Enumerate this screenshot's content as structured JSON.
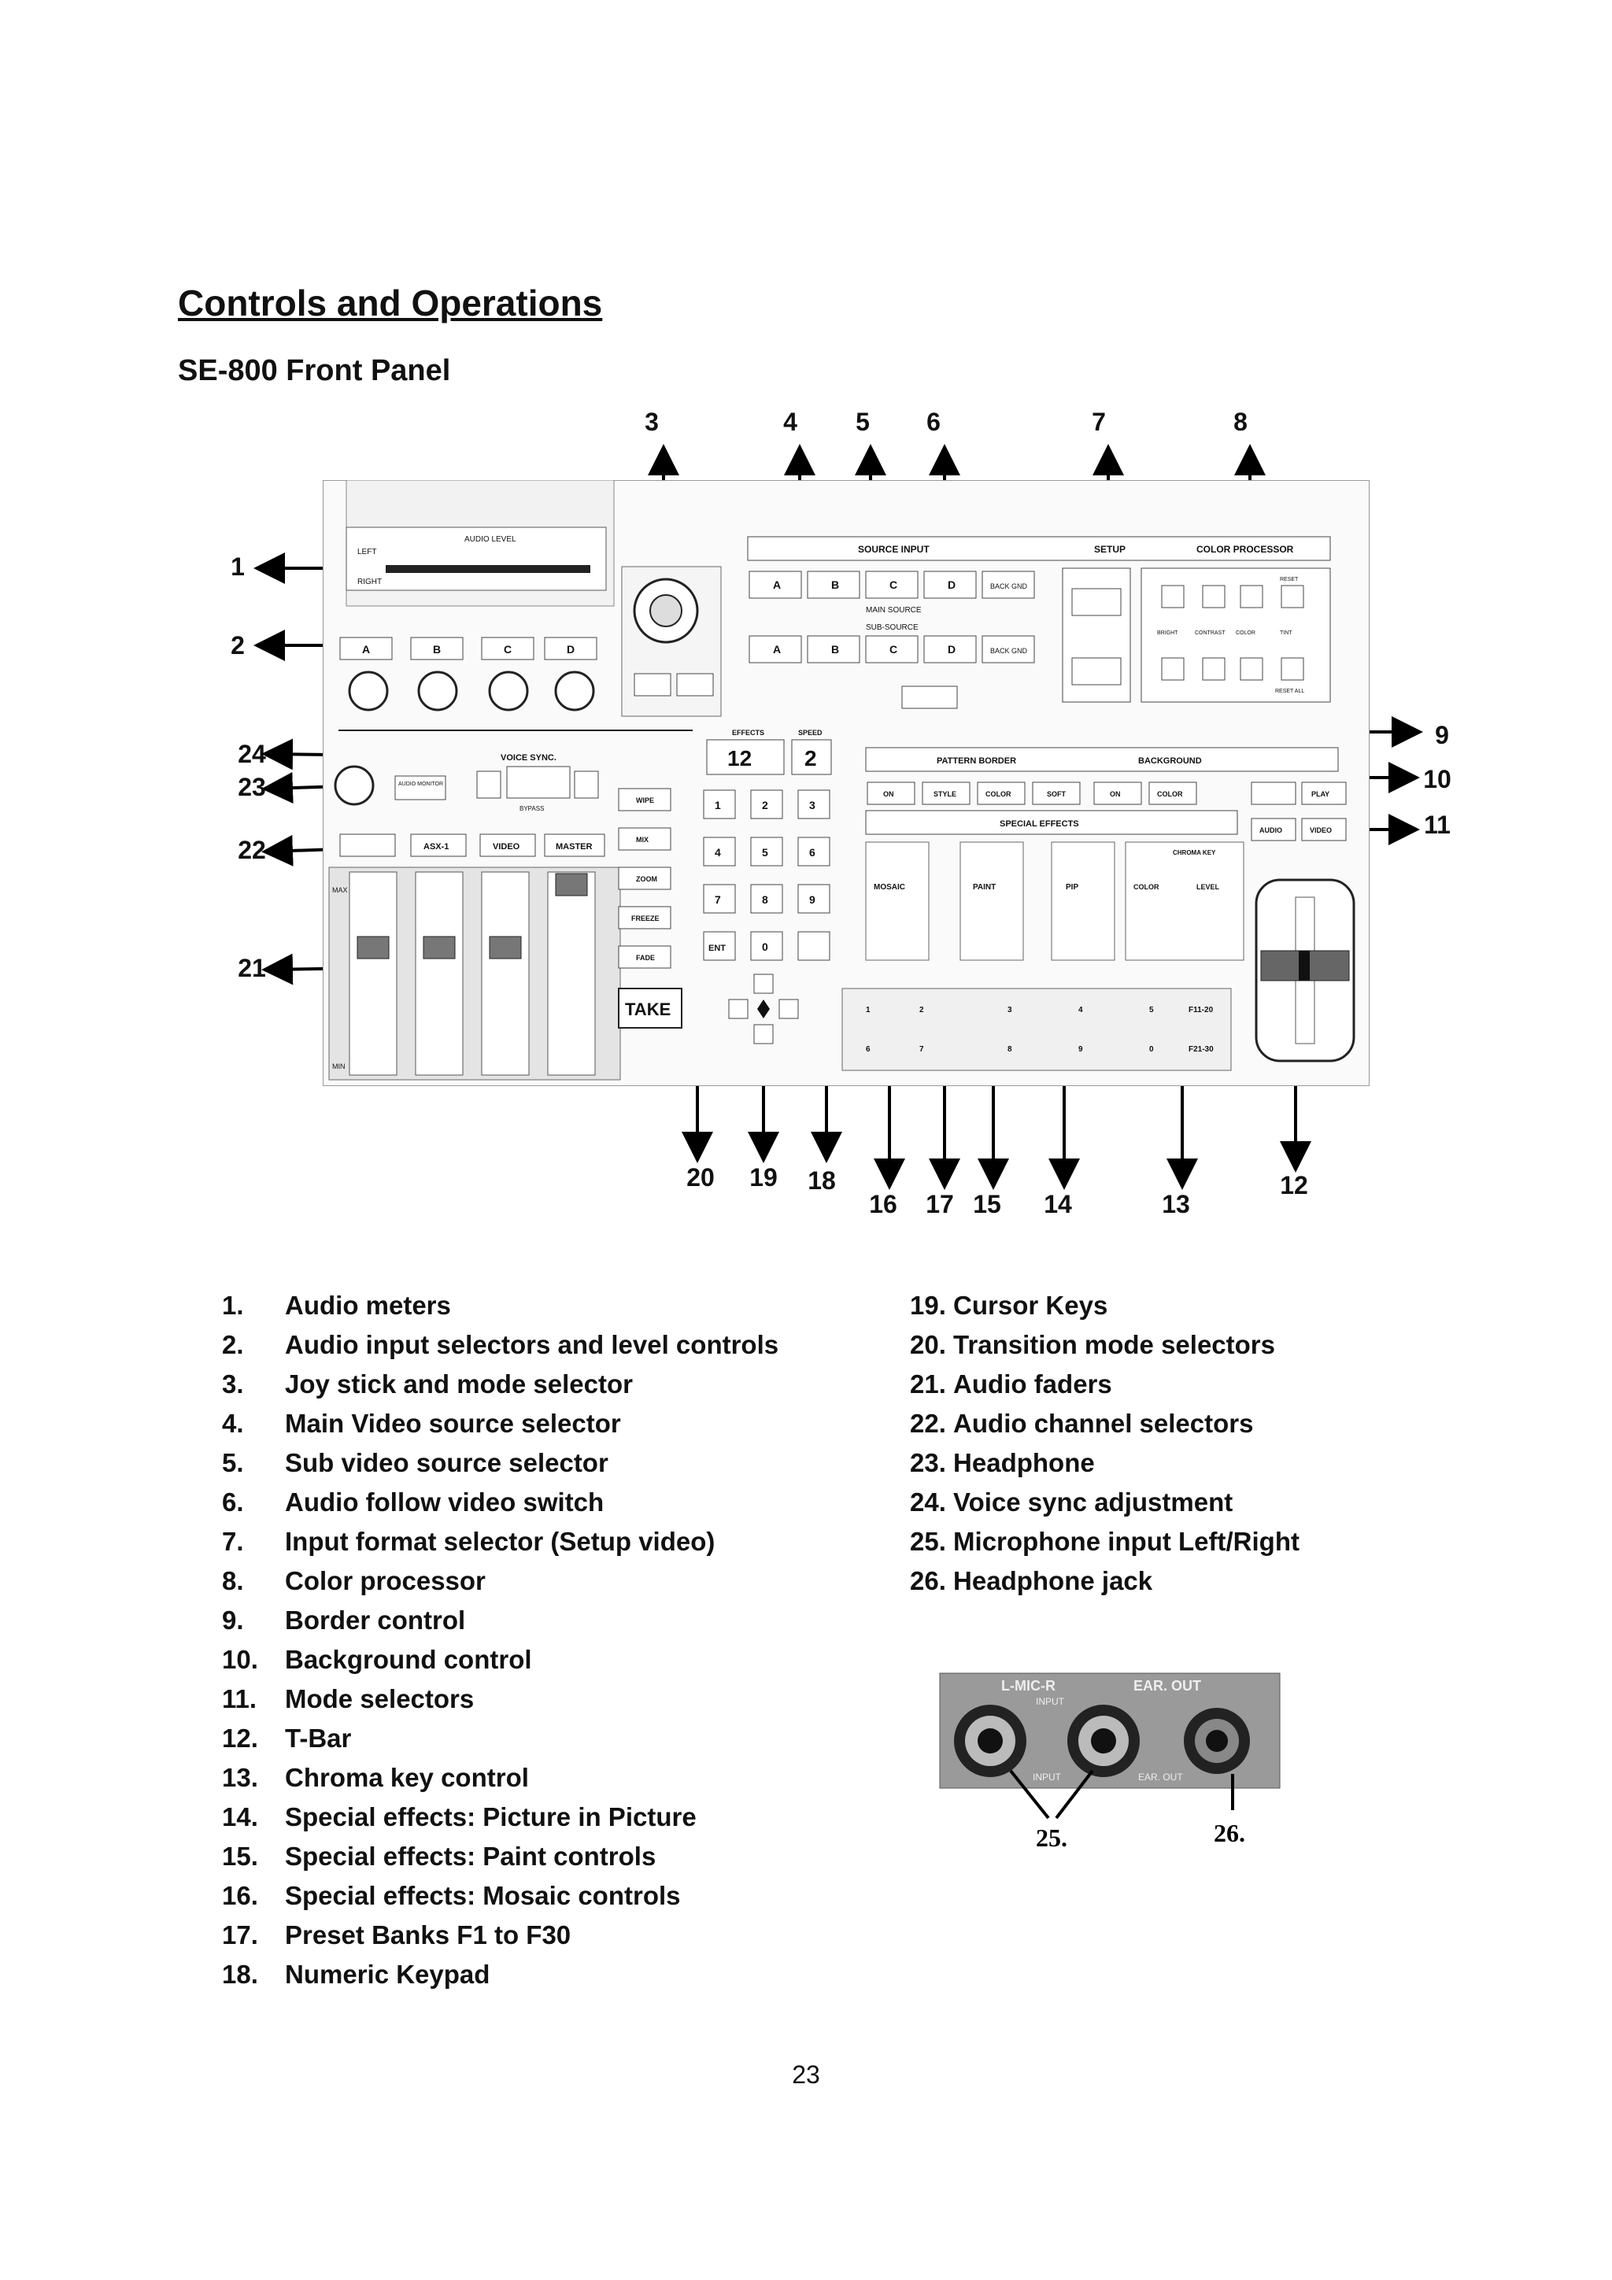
{
  "page_title": "Controls and Operations",
  "section_title": "SE-800 Front Panel",
  "callouts": [
    "1",
    "2",
    "3",
    "4",
    "5",
    "6",
    "7",
    "8",
    "9",
    "10",
    "11",
    "12",
    "13",
    "14",
    "15",
    "16",
    "17",
    "15",
    "14",
    "13",
    "12",
    "18",
    "19",
    "20",
    "21",
    "22",
    "23",
    "24"
  ],
  "panel_labels": {
    "audio_level": "AUDIO LEVEL",
    "left": "LEFT",
    "right": "RIGHT",
    "source_input": "SOURCE INPUT",
    "setup": "SETUP",
    "color_processor": "COLOR PROCESSOR",
    "main_source": "MAIN SOURCE",
    "sub_source": "SUB-SOURCE",
    "back_gnd": "BACK GND",
    "a": "A",
    "b": "B",
    "c": "C",
    "d": "D",
    "level": "LEVEL",
    "effects": "EFFECTS",
    "speed": "SPEED",
    "effects_value": "12",
    "speed_value": "2",
    "pattern_border": "PATTERN BORDER",
    "background": "BACKGROUND",
    "on": "ON",
    "style": "STYLE",
    "color": "COLOR",
    "soft": "SOFT",
    "play": "PLAY",
    "special_effects": "SPECIAL EFFECTS",
    "mosaic": "MOSAIC",
    "paint": "PAINT",
    "pip": "PIP",
    "chroma_key": "CHROMA KEY",
    "wipe": "WIPE",
    "mix": "MIX",
    "zoom": "ZOOM",
    "freeze": "FREEZE",
    "fade": "FADE",
    "take": "TAKE",
    "ent": "ENT",
    "key_0": "0",
    "keys": [
      "1",
      "2",
      "3",
      "4",
      "5",
      "6",
      "7",
      "8",
      "9"
    ],
    "voice_sync": "VOICE SYNC.",
    "bypass": "BYPASS",
    "audio_monitor": "AUDIO MONITOR",
    "ask1": "ASX-1",
    "video": "VIDEO",
    "master": "MASTER",
    "max": "MAX",
    "min": "MIN",
    "audio": "AUDIO",
    "f11_20": "F11-20",
    "f21_30": "F21-30",
    "preset_top": [
      "1",
      "2",
      "3",
      "4",
      "5"
    ],
    "preset_bottom": [
      "6",
      "7",
      "8",
      "9",
      "0"
    ],
    "bright": "BRIGHT",
    "contrast": "CONTRAST",
    "tint": "TINT",
    "reset": "RESET",
    "reset_all": "RESET ALL"
  },
  "list_left": [
    {
      "n": "1.",
      "t": "Audio meters"
    },
    {
      "n": "2.",
      "t": "Audio input selectors and level controls"
    },
    {
      "n": "3.",
      "t": "Joy stick and mode selector"
    },
    {
      "n": "4.",
      "t": "Main Video source selector"
    },
    {
      "n": "5.",
      "t": "Sub video source selector"
    },
    {
      "n": "6.",
      "t": "Audio follow video switch"
    },
    {
      "n": "7.",
      "t": "Input format selector (Setup video)"
    },
    {
      "n": "8.",
      "t": "Color processor"
    },
    {
      "n": "9.",
      "t": "Border control"
    },
    {
      "n": "10.",
      "t": "Background control"
    },
    {
      "n": "11.",
      "t": "Mode selectors"
    },
    {
      "n": "12.",
      "t": "T-Bar"
    },
    {
      "n": "13.",
      "t": "Chroma key control"
    },
    {
      "n": "14.",
      "t": "Special effects: Picture in Picture"
    },
    {
      "n": "15.",
      "t": "Special effects: Paint controls"
    },
    {
      "n": "16.",
      "t": "Special effects: Mosaic controls"
    },
    {
      "n": "17.",
      "t": "Preset Banks F1 to F30"
    },
    {
      "n": "18.",
      "t": "Numeric Keypad"
    }
  ],
  "list_right": [
    {
      "n": "19.",
      "t": "Cursor Keys"
    },
    {
      "n": "20.",
      "t": "Transition mode selectors"
    },
    {
      "n": "21.",
      "t": "Audio faders"
    },
    {
      "n": "22.",
      "t": "Audio channel selectors"
    },
    {
      "n": "23.",
      "t": "Headphone"
    },
    {
      "n": "24.",
      "t": "Voice sync adjustment"
    },
    {
      "n": "25.",
      "t": "Microphone input Left/Right"
    },
    {
      "n": "26.",
      "t": "Headphone jack"
    }
  ],
  "jack_labels": {
    "l_mic_r": "L-MIC-R",
    "input": "INPUT",
    "ear_out": "EAR. OUT",
    "mark25": "25.",
    "mark26": "26."
  },
  "page_number": "23"
}
